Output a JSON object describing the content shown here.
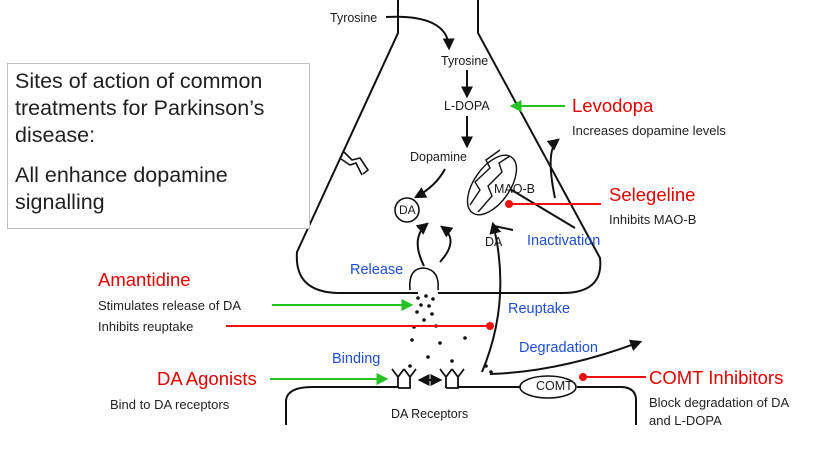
{
  "colors": {
    "drug": "#e00000",
    "stimulate_arrow": "#22c322",
    "inhibit_line": "#ee1111",
    "process": "#1f4fd1",
    "ink": "#111111"
  },
  "info_box": {
    "line1": "Sites of action of common",
    "line2": "treatments for Parkinson’s",
    "line3": "disease:",
    "line4": "All enhance dopamine",
    "line5": "signalling"
  },
  "labels": {
    "tyrosine_outside": "Tyrosine",
    "tyrosine_inside": "Tyrosine",
    "ldopa": "L-DOPA",
    "dopamine": "Dopamine",
    "da_vesicle": "DA",
    "mao_b": "MAO-B",
    "da_free": "DA",
    "comt": "COMT",
    "da_receptors": "DA Receptors"
  },
  "processes": {
    "release": "Release",
    "inactivation": "Inactivation",
    "reuptake": "Reuptake",
    "degradation": "Degradation",
    "binding": "Binding"
  },
  "drugs": {
    "levodopa": {
      "name": "Levodopa",
      "effect": "Increases dopamine levels"
    },
    "selegeline": {
      "name": "Selegeline",
      "effect": "Inhibits MAO-B"
    },
    "amantidine": {
      "name": "Amantidine",
      "effect1": "Stimulates release of DA",
      "effect2": "Inhibits reuptake"
    },
    "da_agonists": {
      "name": "DA Agonists",
      "effect": "Bind to DA receptors"
    },
    "comt_inhibitors": {
      "name": "COMT Inhibitors",
      "effect1": "Block degradation of DA",
      "effect2": "and L-DOPA"
    }
  }
}
